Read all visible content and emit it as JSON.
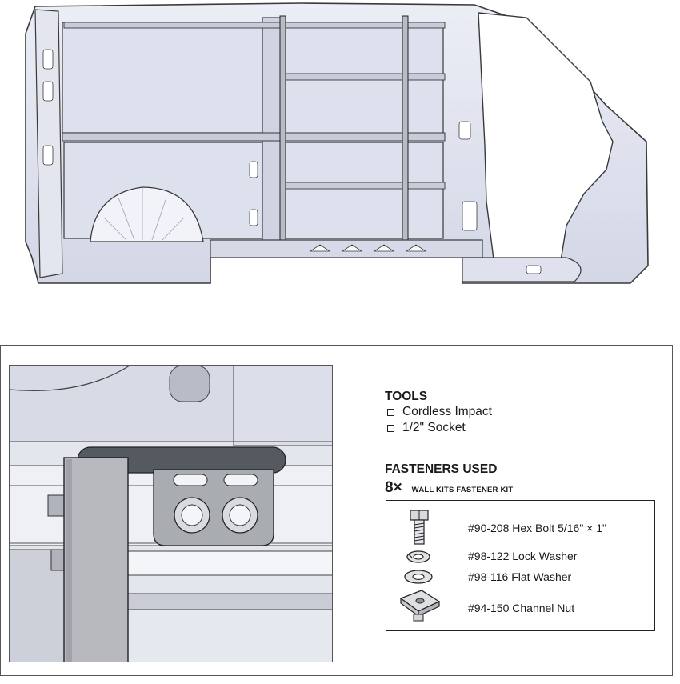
{
  "tools": {
    "heading": "TOOLS",
    "items": [
      "Cordless Impact",
      "1/2\" Socket"
    ]
  },
  "fasteners": {
    "heading": "FASTENERS USED",
    "quantity": "8×",
    "kit_name": "WALL KITS FASTENER KIT",
    "items": [
      {
        "label": "#90-208 Hex Bolt 5/16\" × 1\"",
        "icon": "hex-bolt-icon"
      },
      {
        "label": "#98-122 Lock Washer",
        "icon": "lock-washer-icon"
      },
      {
        "label": "#98-116 Flat Washer",
        "icon": "flat-washer-icon"
      },
      {
        "label": "#94-150 Channel Nut",
        "icon": "channel-nut-icon"
      }
    ]
  },
  "colors": {
    "line": "#3a3a3a",
    "panel_fill": "#dfe2ee",
    "rail_fill": "#c9cbd0"
  }
}
